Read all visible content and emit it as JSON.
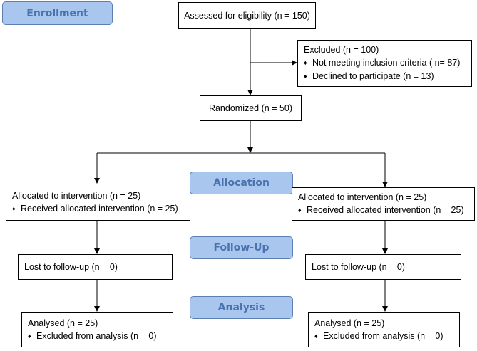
{
  "stages": {
    "enrollment": "Enrollment",
    "allocation": "Allocation",
    "follow_up": "Follow-Up",
    "analysis": "Analysis"
  },
  "bullet_glyph": "♦",
  "assessed": {
    "text": "Assessed for eligibility (n = 150)"
  },
  "excluded": {
    "title": "Excluded (n = 100)",
    "items": [
      "Not meeting inclusion criteria ( n= 87)",
      "Declined to participate (n = 13)"
    ]
  },
  "randomized": {
    "text": "Randomized (n = 50)"
  },
  "left_arm": {
    "allocated_title": "Allocated to intervention (n = 25)",
    "allocated_item": "Received allocated intervention (n = 25)",
    "lost": "Lost to follow-up (n = 0)",
    "analysed_title": "Analysed (n = 25)",
    "analysed_item": "Excluded from analysis (n = 0)"
  },
  "right_arm": {
    "allocated_title": "Allocated to intervention (n = 25)",
    "allocated_item": "Received allocated intervention (n = 25)",
    "lost": "Lost to follow-up (n = 0)",
    "analysed_title": "Analysed (n = 25)",
    "analysed_item": "Excluded from analysis (n = 0)"
  },
  "colors": {
    "stage_fill": "#a9c6ef",
    "stage_text": "#4a73ad",
    "stage_border": "#5b7fb0",
    "box_border": "#000000"
  }
}
